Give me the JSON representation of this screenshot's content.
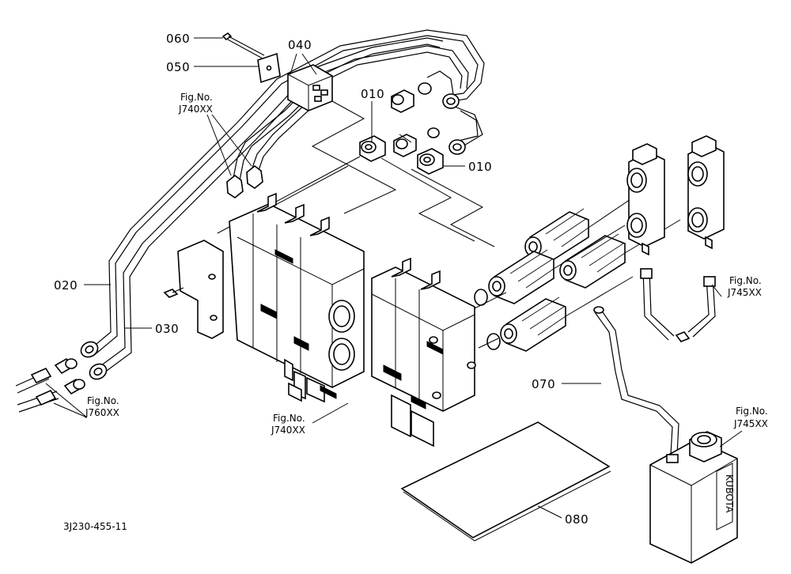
{
  "diagram": {
    "part_labels": [
      {
        "id": "060",
        "text": "060"
      },
      {
        "id": "040",
        "text": "040"
      },
      {
        "id": "050",
        "text": "050"
      },
      {
        "id": "010a",
        "text": "010"
      },
      {
        "id": "010b",
        "text": "010"
      },
      {
        "id": "020",
        "text": "020"
      },
      {
        "id": "030",
        "text": "030"
      },
      {
        "id": "070",
        "text": "070"
      },
      {
        "id": "080",
        "text": "080"
      }
    ],
    "fig_refs": [
      {
        "id": "ref-j740-top",
        "line1": "Fig.No.",
        "line2": "J740XX"
      },
      {
        "id": "ref-j740-bottom",
        "line1": "Fig.No.",
        "line2": "J740XX"
      },
      {
        "id": "ref-j760",
        "line1": "Fig.No.",
        "line2": "J760XX"
      },
      {
        "id": "ref-j745-right",
        "line1": "Fig.No.",
        "line2": "J745XX"
      },
      {
        "id": "ref-j745-bottom",
        "line1": "Fig.No.",
        "line2": "J745XX"
      }
    ],
    "drawing_number": "3J230-455-11",
    "tank_label": "KUBOTA"
  }
}
